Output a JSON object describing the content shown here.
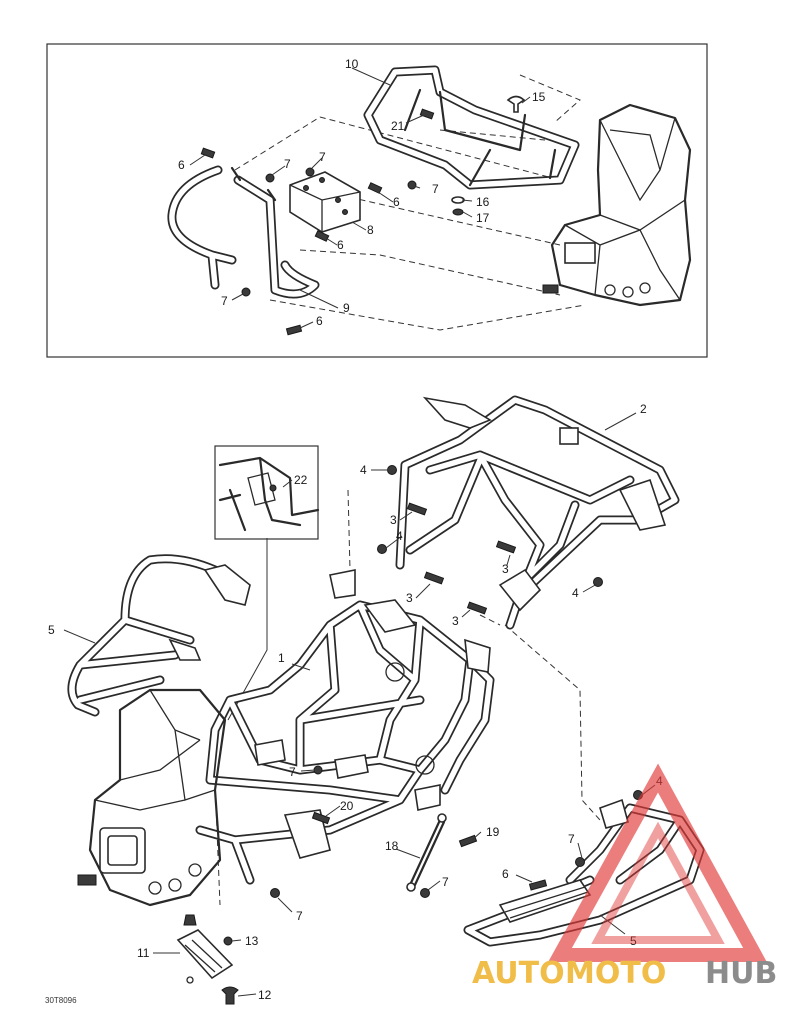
{
  "figure_code": "30T8096",
  "watermark": {
    "part1": "AUTO",
    "part2": "MOTO",
    "part3": "HUB",
    "color_gold": "#f0b431",
    "color_gray": "#7d7d7d",
    "color_red": "#e23a3a"
  },
  "callouts": {
    "c1": "1",
    "c2": "2",
    "c3a": "3",
    "c3b": "3",
    "c3c": "3",
    "c3d": "3",
    "c4a": "4",
    "c4b": "4",
    "c4c": "4",
    "c4d": "4",
    "c5a": "5",
    "c5b": "5",
    "c6a": "6",
    "c6b": "6",
    "c6c": "6",
    "c6d": "6",
    "c6e": "6",
    "c7a": "7",
    "c7b": "7",
    "c7c": "7",
    "c7d": "7",
    "c7e": "7",
    "c7f": "7",
    "c7g": "7",
    "c7h": "7",
    "c8": "8",
    "c9": "9",
    "c10": "10",
    "c11": "11",
    "c12": "12",
    "c13": "13",
    "c15": "15",
    "c16": "16",
    "c17": "17",
    "c18": "18",
    "c19": "19",
    "c20": "20",
    "c21": "21",
    "c22": "22"
  }
}
